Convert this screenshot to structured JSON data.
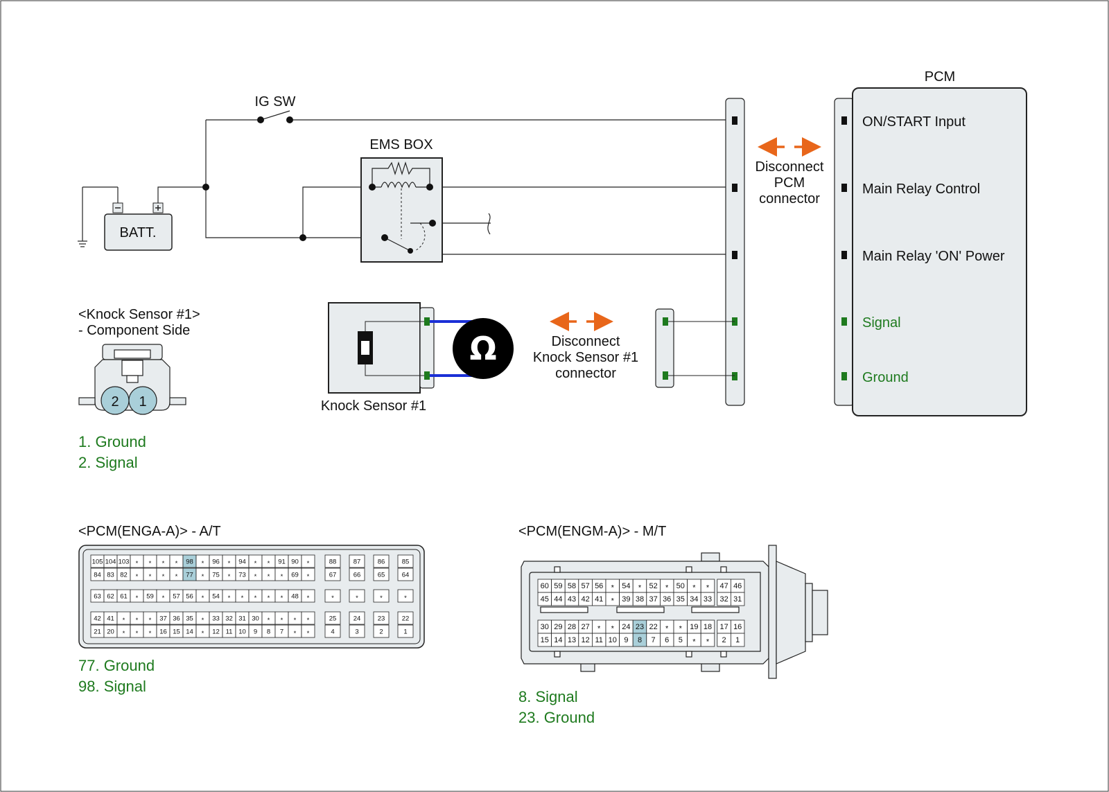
{
  "labels": {
    "ig_sw": "IG SW",
    "ems_box": "EMS BOX",
    "batt": "BATT.",
    "pcm": "PCM",
    "disconnect_pcm": [
      "Disconnect",
      "PCM",
      "connector"
    ],
    "disconnect_knock": [
      "Disconnect",
      "Knock Sensor #1",
      "connector"
    ],
    "knock_sensor": "Knock Sensor #1",
    "omega": "Ω"
  },
  "pcm_pins": [
    {
      "label": "ON/START Input",
      "color": "#111111"
    },
    {
      "label": "Main Relay Control",
      "color": "#111111"
    },
    {
      "label": "Main Relay 'ON' Power",
      "color": "#111111"
    },
    {
      "label": "Signal",
      "color": "#1e7a1e"
    },
    {
      "label": "Ground",
      "color": "#1e7a1e"
    }
  ],
  "component_view": {
    "title": "<Knock Sensor #1>",
    "subtitle": "- Component Side",
    "pins": [
      "2",
      "1"
    ],
    "legend": [
      "1. Ground",
      "2. Signal"
    ]
  },
  "pcm_at": {
    "title": "<PCM(ENGA-A)> - A/T",
    "legend": [
      "77. Ground",
      "98. Signal"
    ],
    "highlight": [
      "98",
      "77"
    ],
    "groupA": [
      [
        "105",
        "104",
        "103",
        "*",
        "*",
        "*",
        "*",
        "98",
        "*",
        "96",
        "*",
        "94",
        "*",
        "*",
        "91",
        "90",
        "*"
      ],
      [
        "84",
        "83",
        "82",
        "*",
        "*",
        "*",
        "*",
        "77",
        "*",
        "75",
        "*",
        "73",
        "*",
        "*",
        "*",
        "69",
        "*"
      ],
      [
        "63",
        "62",
        "61",
        "*",
        "59",
        "*",
        "57",
        "56",
        "*",
        "54",
        "*",
        "*",
        "*",
        "*",
        "*",
        "48",
        "*"
      ],
      [
        "42",
        "41",
        "*",
        "*",
        "*",
        "37",
        "36",
        "35",
        "*",
        "33",
        "32",
        "31",
        "30",
        "*",
        "*",
        "*",
        "*"
      ],
      [
        "21",
        "20",
        "*",
        "*",
        "*",
        "16",
        "15",
        "14",
        "*",
        "12",
        "11",
        "10",
        "9",
        "8",
        "7",
        "*",
        "*"
      ]
    ],
    "groupB": [
      [
        "88",
        "87",
        "86",
        "85"
      ],
      [
        "67",
        "66",
        "65",
        "64"
      ],
      [
        "*",
        "*",
        "*",
        "*"
      ],
      [
        "25",
        "24",
        "23",
        "22"
      ],
      [
        "4",
        "3",
        "2",
        "1"
      ]
    ]
  },
  "pcm_mt": {
    "title": "<PCM(ENGM-A)> - M/T",
    "legend": [
      "8. Signal",
      "23. Ground"
    ],
    "highlight": [
      "23",
      "8"
    ],
    "rows": [
      [
        "60",
        "59",
        "58",
        "57",
        "56",
        "*",
        "54",
        "*",
        "52",
        "*",
        "50",
        "*",
        "*",
        "47",
        "46"
      ],
      [
        "45",
        "44",
        "43",
        "42",
        "41",
        "*",
        "39",
        "38",
        "37",
        "36",
        "35",
        "34",
        "33",
        "32",
        "31"
      ],
      [
        "30",
        "29",
        "28",
        "27",
        "*",
        "*",
        "24",
        "23",
        "22",
        "*",
        "*",
        "19",
        "18",
        "17",
        "16"
      ],
      [
        "15",
        "14",
        "13",
        "12",
        "11",
        "10",
        "9",
        "8",
        "7",
        "6",
        "5",
        "*",
        "*",
        "2",
        "1"
      ]
    ]
  },
  "colors": {
    "box_fill": "#e8ecee",
    "highlight": "#a9cfd9",
    "green": "#1e7a1e",
    "orange": "#e8661a",
    "probe_blue": "#1a2fd6"
  }
}
